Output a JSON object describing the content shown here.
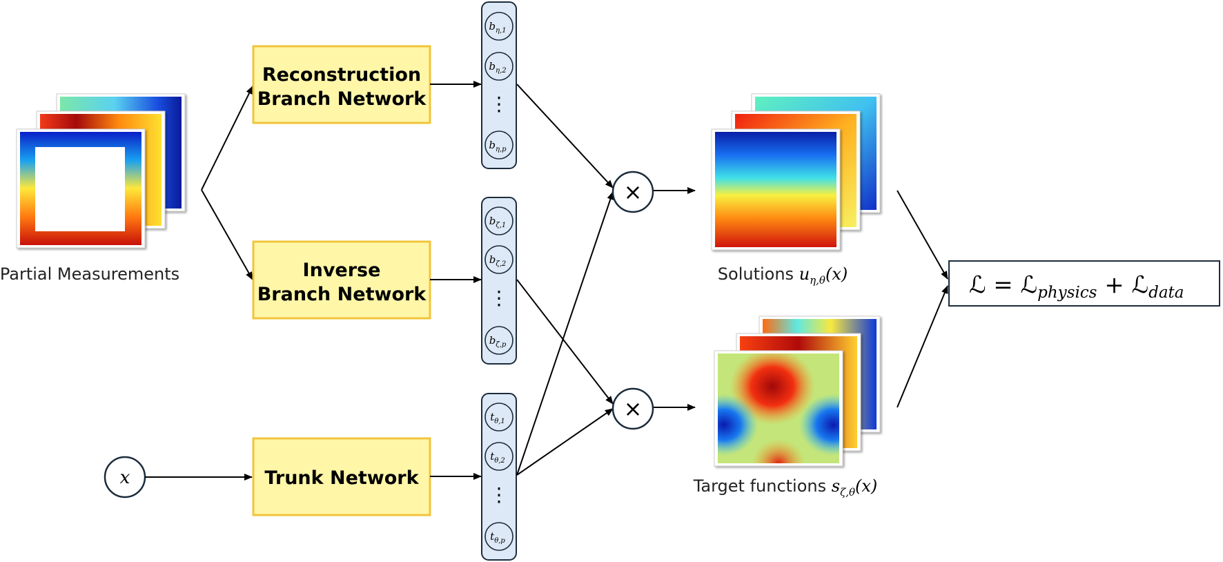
{
  "input_node": {
    "label": "x"
  },
  "partial_measurements": {
    "caption": "Partial Measurements"
  },
  "networks": {
    "reconstruction": {
      "line1": "Reconstruction",
      "line2": "Branch Network"
    },
    "inverse": {
      "line1": "Inverse",
      "line2": "Branch Network"
    },
    "trunk": {
      "line1": "Trunk Network"
    }
  },
  "vectors": {
    "b_eta": [
      {
        "base": "b",
        "sub": "η,1"
      },
      {
        "base": "b",
        "sub": "η,2"
      },
      {
        "base": "b",
        "sub": "η,p"
      }
    ],
    "b_zeta": [
      {
        "base": "b",
        "sub": "ζ,1"
      },
      {
        "base": "b",
        "sub": "ζ,2"
      },
      {
        "base": "b",
        "sub": "ζ,p"
      }
    ],
    "t_theta": [
      {
        "base": "t",
        "sub": "θ,1"
      },
      {
        "base": "t",
        "sub": "θ,2"
      },
      {
        "base": "t",
        "sub": "θ,p"
      }
    ],
    "ellipsis": "⋮"
  },
  "multiply_symbol": "×",
  "solutions": {
    "caption": "Solutions ",
    "math_base": "u",
    "math_sub": "η,θ",
    "math_arg": "(x)"
  },
  "targets": {
    "caption": "Target  functions ",
    "math_base": "s",
    "math_sub": "ζ,θ",
    "math_arg": "(x)"
  },
  "loss": {
    "L": "ℒ",
    "eq": " = ",
    "sub_physics": "physics",
    "plus": " + ",
    "sub_data": "data"
  },
  "colors": {
    "network_fill": "#fff6a8",
    "network_border": "#f0c43c",
    "vector_fill": "#dde9f6",
    "node_border": "#1b2b3b"
  }
}
